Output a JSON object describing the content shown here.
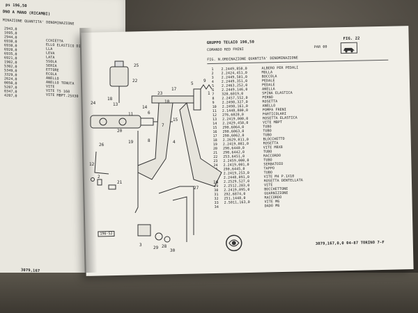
{
  "left_page": {
    "header_top": "ps 196,50",
    "header_sub": "DNO A MANO (RICAMBI)",
    "columns_header": "MINAZIONE QUANTITA' DENOMINAZIONE",
    "codes": [
      "2943,0",
      "1695,0",
      "2944,0",
      "6938,0",
      "6938,0",
      "6920,0",
      "6935,0",
      "6921,0",
      "1902,0",
      "5302,0",
      "5349,0",
      "3329,0",
      "2624,0",
      "0050,0",
      "5207,0",
      "0347,0",
      "4207,0"
    ],
    "descriptions": [
      "CCHIETTA",
      "ELLO ELASTICO DI",
      "LLA",
      "LEVA",
      "LATA",
      "SSOLA",
      "SERIA",
      "ETTORE",
      "ECOLA",
      "ANELLO",
      "ANELLO TENUTA",
      "VITE",
      "VITE TS 160",
      "VITE MBPT.25X30"
    ],
    "footer_code": "3079,167"
  },
  "right_page": {
    "title_top": "GRUPPO TELAIO 196,50",
    "title_sub": "COMANDO RED FRENI",
    "page_ref": "FIG. 22",
    "page_ref_small": "PAR 00",
    "col_header": "FIG. N.ORDINAZIONE QUANTITA' DENOMINAZIONE",
    "rows": [
      {
        "n": "1",
        "code": "2.2449,850,0",
        "desc": "ALBERO PER PEDALI"
      },
      {
        "n": "2",
        "code": "2.2424,451,0",
        "desc": "MOLLA"
      },
      {
        "n": "3",
        "code": "2.2449,501,0",
        "desc": "BOCCOLA"
      },
      {
        "n": "4",
        "code": "2.2449,351,0",
        "desc": "PEDALE"
      },
      {
        "n": "5",
        "code": "2.2463,252,0",
        "desc": "PEDALE"
      },
      {
        "n": "6",
        "code": "2.2449,146,0",
        "desc": "ANELLA"
      },
      {
        "n": "7",
        "code": "320,6019,0",
        "desc": "SPINA ELASTICA"
      },
      {
        "n": "8",
        "code": "2.2457,552,0",
        "desc": "PERNO"
      },
      {
        "n": "9",
        "code": "2.2498,327,0",
        "desc": "ROSETTA"
      },
      {
        "n": "10",
        "code": "2.2498,161,0",
        "desc": "ANELLO"
      },
      {
        "n": "11",
        "code": "2.1448,800,0",
        "desc": "POMPA FRENI"
      },
      {
        "n": "12",
        "code": "276,6028,0",
        "desc": "PARTICOLARI"
      },
      {
        "n": "13",
        "code": "",
        "desc": "ROSETTA ELASTICA"
      },
      {
        "n": "14",
        "code": "2.2419,000,0",
        "desc": "VITE MBPT"
      },
      {
        "n": "15",
        "code": "2.2429,450,0",
        "desc": "TUBO"
      },
      {
        "n": "16",
        "code": "290,6064,0",
        "desc": "TUBO"
      },
      {
        "n": "17",
        "code": "290,6063,0",
        "desc": "TUBO"
      },
      {
        "n": "18",
        "code": "290,6062,0",
        "desc": "BLOCCHETTO"
      },
      {
        "n": "19",
        "code": "2.2629,011,0",
        "desc": "ROSETTA"
      },
      {
        "n": "20",
        "code": "2.2419,081,0",
        "desc": "VITE M8X8"
      },
      {
        "n": "21",
        "code": "290,6440,0",
        "desc": "TUBO"
      },
      {
        "n": "22",
        "code": "290,6442,0",
        "desc": "RACCORDO"
      },
      {
        "n": "23",
        "code": "253,6451,0",
        "desc": "TUBO"
      },
      {
        "n": "24",
        "code": "2.2459,000,0",
        "desc": "SERBATOIO"
      },
      {
        "n": "25",
        "code": "2.2419,001,0",
        "desc": "TAPPO"
      },
      {
        "n": "26",
        "code": "290,6445,0",
        "desc": "TUBO"
      },
      {
        "n": "27",
        "code": "2.2419,253,0",
        "desc": "VITE M4 P.1X10"
      },
      {
        "n": "28",
        "code": "2.2448,091,0",
        "desc": "ROSETTA DENTELLATA"
      },
      {
        "n": "29",
        "code": "2.2529,527,0",
        "desc": "VITE"
      },
      {
        "n": "30",
        "code": "2.2512,203,0",
        "desc": "BOCCHETTONE"
      },
      {
        "n": "31",
        "code": "2.2419,095,0",
        "desc": "GUARNIZIONE"
      },
      {
        "n": "32",
        "code": "292,6874,0",
        "desc": "RACCORDO"
      },
      {
        "n": "33",
        "code": "251,1448,0",
        "desc": "VITE M6"
      },
      {
        "n": "34",
        "code": "2.5011,163,0",
        "desc": "DADO M6"
      }
    ],
    "figure_box": "196-52",
    "footer": "3079,167,0,0 04-87 TORINO 7-F"
  },
  "callouts": [
    "25",
    "22",
    "11",
    "13",
    "23",
    "17",
    "10",
    "24",
    "18",
    "14",
    "6",
    "5",
    "9",
    "1",
    "15",
    "7",
    "20",
    "19",
    "8",
    "4",
    "12",
    "26",
    "2",
    "21",
    "27",
    "16",
    "29",
    "3",
    "28",
    "30"
  ]
}
